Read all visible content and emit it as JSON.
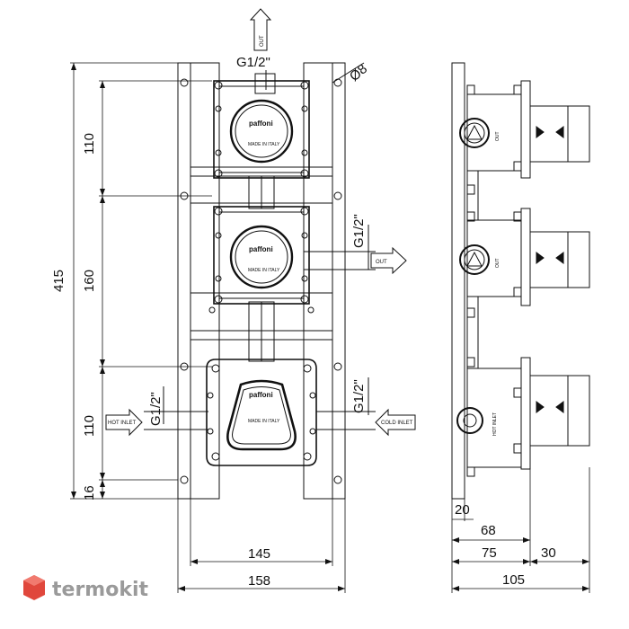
{
  "drawing": {
    "front_dims": {
      "top_thread": "G1/2\"",
      "hole_dia": "Ø8",
      "overall_height": "415",
      "upper_spacing": "110",
      "middle_spacing": "160",
      "lower_spacing": "110",
      "bottom_offset": "16",
      "mid_thread": "G1/2\"",
      "lower_right_thread": "G1/2\"",
      "lower_left_thread": "G1/2\"",
      "inner_width": "145",
      "overall_width": "158"
    },
    "side_dims": {
      "d20": "20",
      "d68": "68",
      "d75": "75",
      "d30": "30",
      "d105": "105"
    },
    "labels": {
      "out": "OUT",
      "hot_inlet": "HOT INLET",
      "cold_inlet": "COLD INLET",
      "brand": "paffoni",
      "made_in": "MADE IN ITALY",
      "side_hot_inlet": "HOT INLET"
    },
    "watermark": {
      "text": "termokit",
      "color": "#e0473c"
    }
  }
}
